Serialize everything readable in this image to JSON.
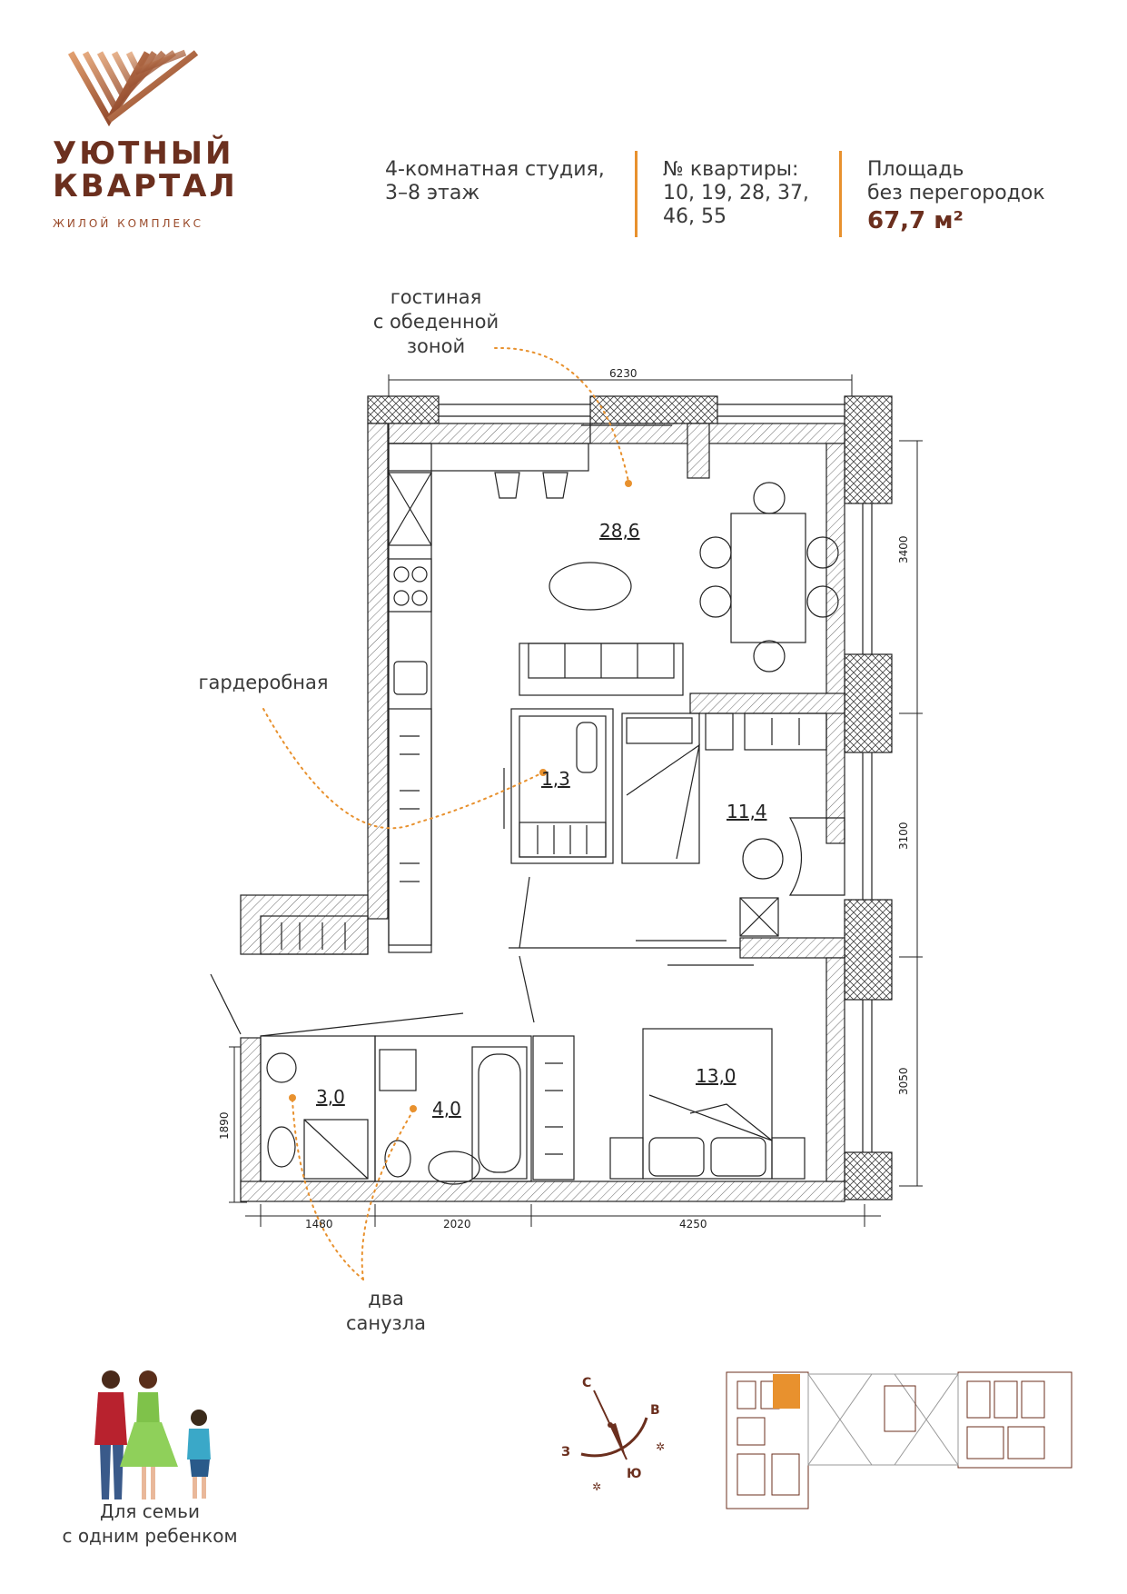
{
  "brand": {
    "line1": "УЮТНЫЙ",
    "line2": "КВАРТАЛ",
    "subtitle": "ЖИЛОЙ КОМПЛЕКС",
    "colors": {
      "dark": "#6b2f1e",
      "copper": "#b86a3a",
      "accent": "#e8912e"
    }
  },
  "header": {
    "apartment_type": "4-комнатная студия,",
    "floors": "3–8 этаж",
    "apt_numbers_label": "№ квартиры:",
    "apt_numbers_line1": "10, 19, 28, 37,",
    "apt_numbers_line2": "46, 55",
    "area_label1": "Площадь",
    "area_label2": "без перегородок",
    "area_value": "67,7 м²"
  },
  "callouts": {
    "living_l1": "гостиная",
    "living_l2": "с обеденной",
    "living_l3": "зоной",
    "wardrobe": "гардеробная",
    "bath_l1": "два",
    "bath_l2": "санузла"
  },
  "rooms": {
    "living": "28,6",
    "wardrobe": "1,3",
    "study": "11,4",
    "bedroom": "13,0",
    "wc1": "3,0",
    "wc2": "4,0"
  },
  "dimensions": {
    "top": "6230",
    "right1": "3400",
    "right2": "3100",
    "right3": "3050",
    "left": "1890",
    "bottom1": "1480",
    "bottom2": "2020",
    "bottom3": "4250"
  },
  "compass": {
    "north": "С",
    "east": "В",
    "west": "З",
    "south": "Ю"
  },
  "family": {
    "line1": "Для семьи",
    "line2": "с одним ребенком"
  },
  "icons": [
    "brand-logo-icon",
    "compass-icon",
    "family-icon",
    "floor-keyplan-icon"
  ]
}
